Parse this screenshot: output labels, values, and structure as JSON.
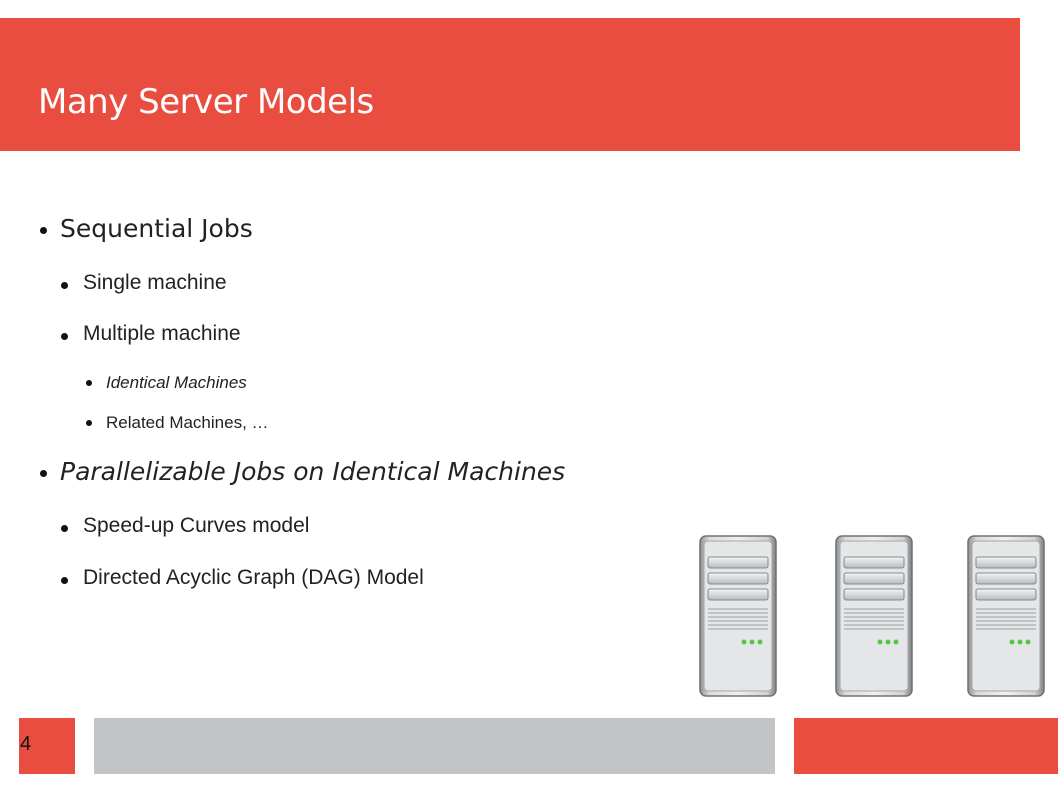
{
  "slide": {
    "title": "Many Server Models",
    "page_number": "4"
  },
  "bullets": [
    {
      "level": 1,
      "text": "Sequential Jobs",
      "italic": false
    },
    {
      "level": 2,
      "text": "Single machine",
      "italic": false
    },
    {
      "level": 2,
      "text": "Multiple machine",
      "italic": false
    },
    {
      "level": 3,
      "text": "Identical Machines",
      "italic": true
    },
    {
      "level": 3,
      "text": "Related Machines, …",
      "italic": false
    },
    {
      "level": 1,
      "text": "Parallelizable Jobs on Identical Machines",
      "italic": true
    },
    {
      "level": 2,
      "text": "Speed-up Curves model",
      "italic": false
    },
    {
      "level": 2,
      "text": "Directed Acyclic Graph (DAG) Model",
      "italic": false
    }
  ],
  "servers": {
    "icon": "server-tower-icon",
    "count": 3
  },
  "colors": {
    "accent": "#e84d40",
    "footer_gray": "#c2c4c6",
    "server_led": "#5cc34a"
  }
}
